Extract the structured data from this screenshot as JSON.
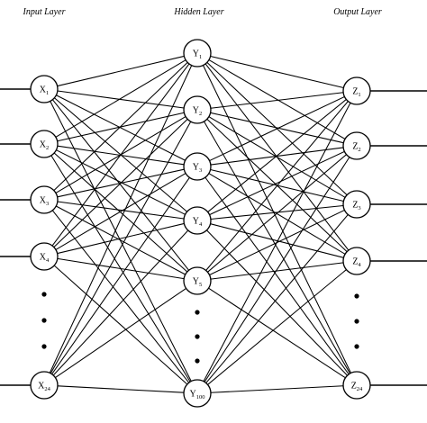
{
  "layers": {
    "input": {
      "title": "Input Layer",
      "nodes": [
        "X1",
        "X2",
        "X3",
        "X4",
        "X24"
      ],
      "ellipsis": true
    },
    "hidden": {
      "title": "Hidden Layer",
      "nodes": [
        "Y1",
        "Y2",
        "Y3",
        "Y4",
        "Y5",
        "Y100"
      ],
      "ellipsis": true
    },
    "output": {
      "title": "Output Layer",
      "nodes": [
        "Z1",
        "Z2",
        "Z3",
        "Z4",
        "Z24"
      ],
      "ellipsis": true
    }
  },
  "connectivity": "fully-connected",
  "colors": {
    "line": "#000000",
    "node_fill": "#ffffff",
    "background": "#ffffff"
  }
}
